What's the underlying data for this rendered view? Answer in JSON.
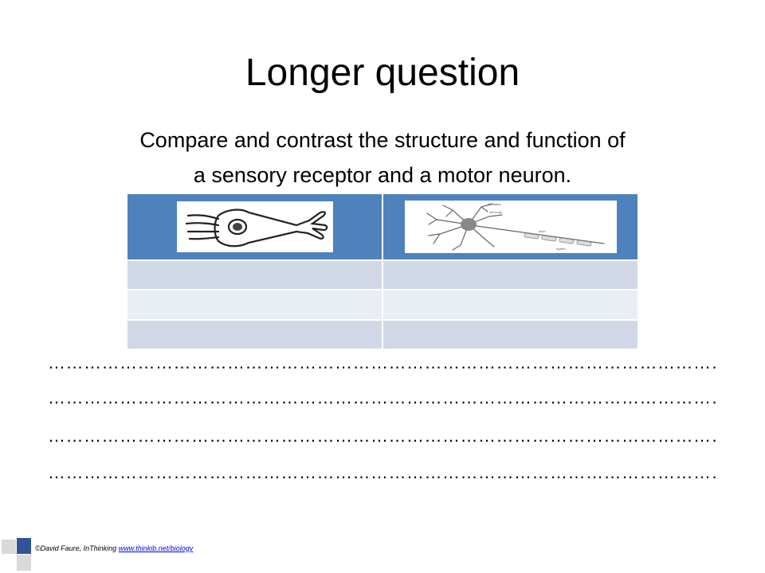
{
  "slide": {
    "title": "Longer question",
    "question_line1": "Compare and contrast the structure and function of",
    "question_line2": "a sensory receptor and a motor neuron."
  },
  "table": {
    "images": [
      {
        "icon": "sensory-receptor-drawing"
      },
      {
        "icon": "motor-neuron-diagram",
        "labels": [
          "dendrites",
          "cell body",
          "axon",
          "myelin"
        ]
      }
    ],
    "rows": [
      [
        "",
        ""
      ],
      [
        "",
        ""
      ],
      [
        "",
        ""
      ]
    ],
    "colors": {
      "header": "#4f81bd",
      "row_dark": "#d0d8e8",
      "row_light": "#e9edf4"
    }
  },
  "answer_lines": [
    "……………………………………………………………………………………………………",
    "……………………………………………………………………………………………………",
    "……………………………………………………………………………………………………",
    "……………………………………………………………………………………………………"
  ],
  "footer": {
    "credit": "©David Faure, InThinking",
    "link": "www.thinkib.net/biology"
  }
}
